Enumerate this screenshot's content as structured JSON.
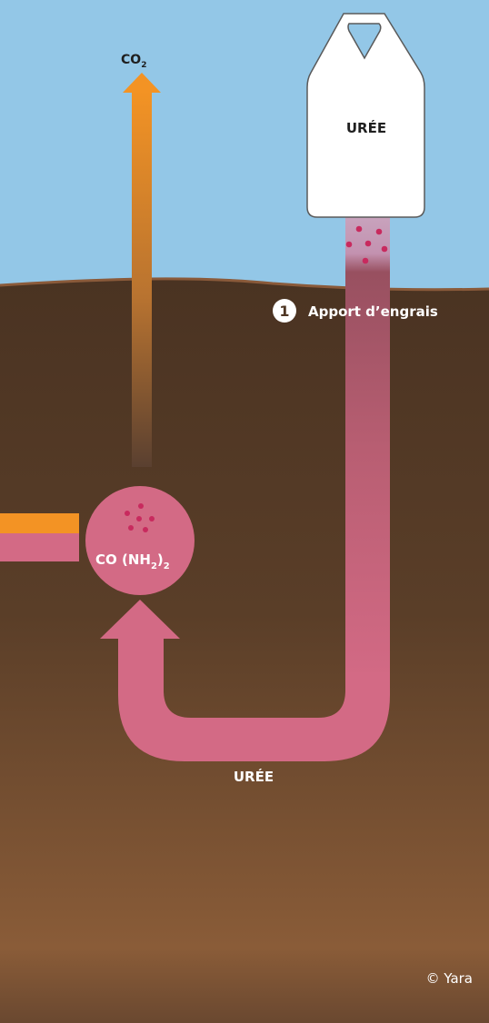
{
  "labels": {
    "co2_base": "CO",
    "co2_sub": "2",
    "bag_label": "URÉE",
    "step_number": "1",
    "step_text": "Apport d’engrais",
    "molecule_base": "CO (NH",
    "molecule_sub1": "2",
    "molecule_close": ")",
    "molecule_sub2": "2",
    "flow_label": "URÉE",
    "copyright": "© Yara"
  },
  "colors": {
    "sky": "#93c7e7",
    "soil_top": "#4e3624",
    "soil_mid": "#6d4b30",
    "soil_light": "#8a5c38",
    "urea_pink": "#d36a85",
    "co2_orange": "#f39324",
    "dots": "#c82a5e",
    "bag": "#ffffff"
  },
  "icons": [
    "fertilizer-bag-icon",
    "co2-arrow-icon",
    "urea-flow-arrow-icon",
    "urea-molecule-icon"
  ]
}
